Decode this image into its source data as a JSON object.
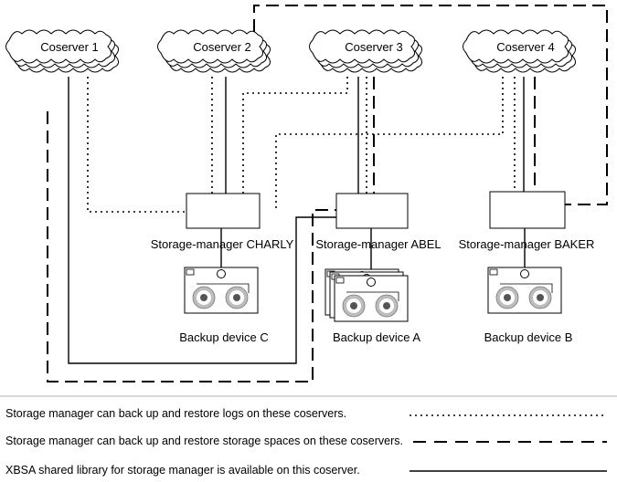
{
  "coservers": [
    {
      "label": "Coserver 1"
    },
    {
      "label": "Coserver 2"
    },
    {
      "label": "Coserver 3"
    },
    {
      "label": "Coserver 4"
    }
  ],
  "storage_managers": [
    {
      "label": "Storage-manager CHARLY"
    },
    {
      "label": "Storage-manager ABEL"
    },
    {
      "label": "Storage-manager BAKER"
    }
  ],
  "backup_devices": [
    {
      "label": "Backup device C"
    },
    {
      "label": "Backup device A"
    },
    {
      "label": "Backup device B"
    }
  ],
  "legend": [
    {
      "text": "Storage manager can back up and restore logs on these coservers.",
      "style": "dotted"
    },
    {
      "text": "Storage manager can back up and restore storage spaces on these coservers.",
      "style": "dashed"
    },
    {
      "text": "XBSA shared library for storage manager is available on this coserver.",
      "style": "solid"
    }
  ]
}
